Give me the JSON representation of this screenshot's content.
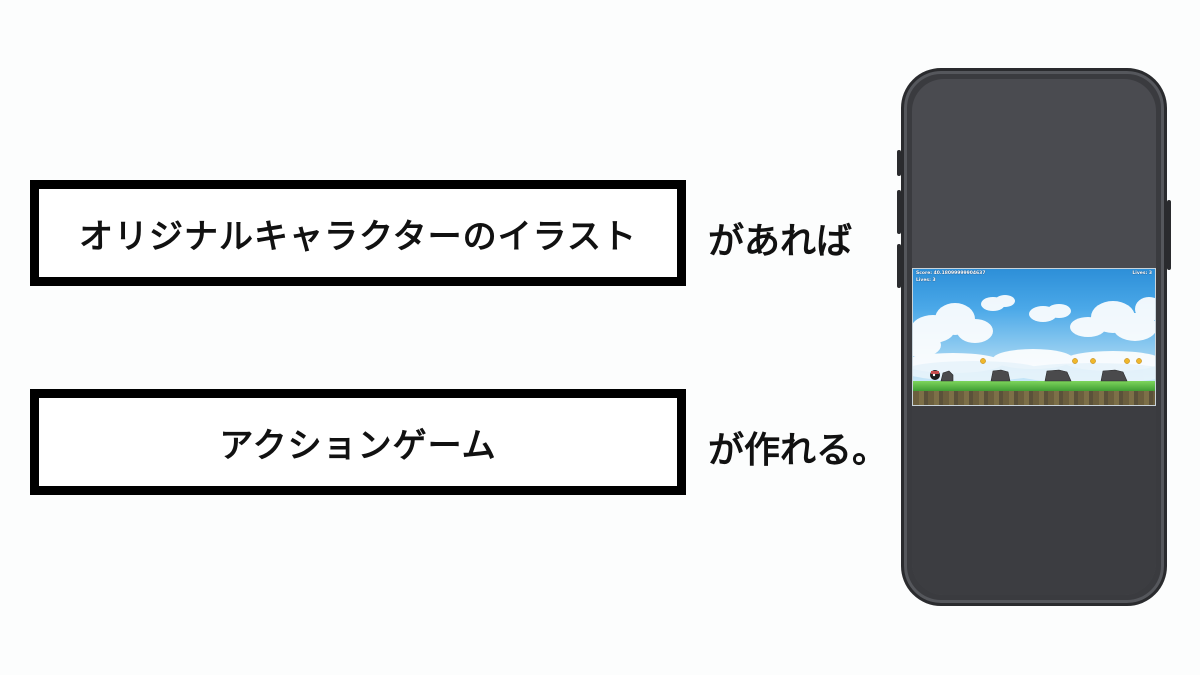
{
  "slide": {
    "line1_box": "オリジナルキャラクターのイラスト",
    "line1_suffix": "があれば",
    "line2_box": "アクションゲーム",
    "line2_suffix": "が作れる。"
  },
  "game": {
    "hud_score": "Score: 40.18099999904637",
    "hud_lives_right": "Lives: 3",
    "hud_lives_left": "Lives: 3"
  },
  "icons": [
    "phone-frame",
    "player-character",
    "coin",
    "rock-obstacle"
  ],
  "colors": {
    "background": "#fcfdfd",
    "box_border": "#000000",
    "phone_body": "#3a3b3f",
    "sky": "#4aa8e8",
    "grass": "#5cbf45"
  }
}
